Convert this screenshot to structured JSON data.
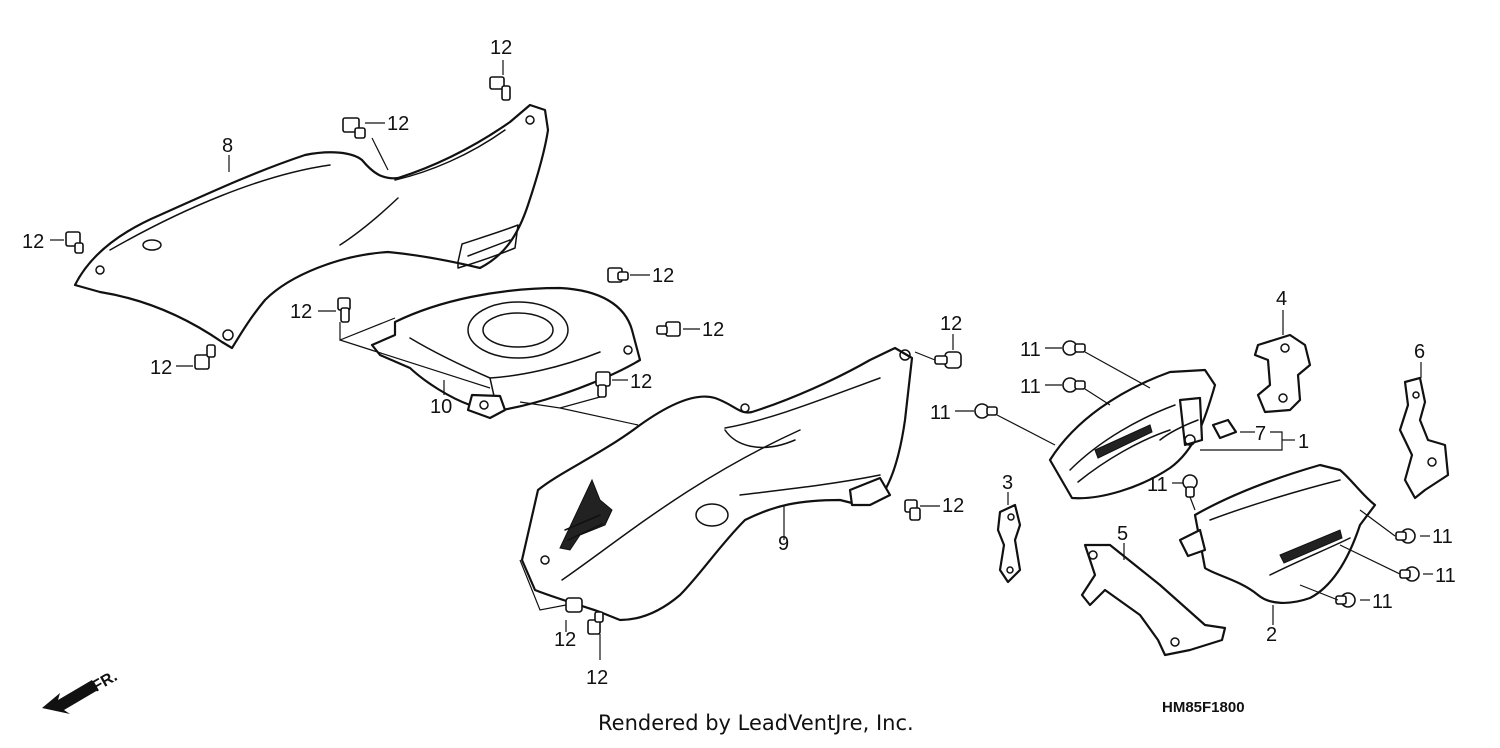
{
  "callouts": {
    "c12_top": "12",
    "c12_upper": "12",
    "c8": "8",
    "c12_left": "12",
    "c12_tank_right_a": "12",
    "c12_tank_left": "12",
    "c12_tank_right_b": "12",
    "c12_bottom_left": "12",
    "c10": "10",
    "c12_tank_bottom": "12",
    "c12_right_panel_top": "12",
    "c12_right_panel_mid": "12",
    "c9": "9",
    "c12_lower_a": "12",
    "c12_lower_b": "12",
    "c11_a": "11",
    "c11_b": "11",
    "c11_c": "11",
    "c11_d": "11",
    "c11_e": "11",
    "c11_f": "11",
    "c11_g": "11",
    "c4": "4",
    "c6": "6",
    "c7": "7",
    "c1": "1",
    "c3": "3",
    "c5": "5",
    "c2": "2"
  },
  "front_marker": "FR.",
  "diagram_code": "HM85F1800",
  "credit": "Rendered by LeadVentJre, Inc."
}
